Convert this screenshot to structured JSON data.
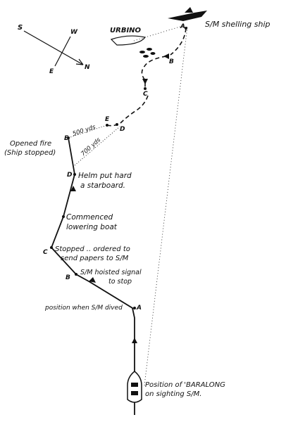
{
  "map": {
    "compass": {
      "s": "S",
      "w": "W",
      "e": "E",
      "n": "N"
    },
    "ships": {
      "urbino": "URBINO",
      "submarine_label": "S/M shelling ship",
      "baralong_label_line1": "Position of 'BARALONG",
      "baralong_label_line2": "on sighting S/M."
    },
    "submarine_track": {
      "point_a": "A",
      "point_b": "B",
      "point_c": "C",
      "point_d": "D",
      "point_e": "E"
    },
    "baralong_track": {
      "point_a": "A",
      "point_b": "B",
      "point_c": "C",
      "point_d": "D",
      "point_e": "E",
      "position_when_dived": "position when S/M dived",
      "hoisted_signal_line1": "S/M hoisted signal",
      "hoisted_signal_line2": "to stop",
      "stopped_line1": "Stopped .. ordered to",
      "stopped_line2": "send papers to S/M",
      "commenced_line1": "Commenced",
      "commenced_line2": "lowering boat",
      "helm_line1": "Helm put hard",
      "helm_line2": "a starboard.",
      "opened_fire_line1": "Opened fire",
      "opened_fire_line2": "(Ship stopped)"
    },
    "ranges": {
      "range_500": "500 yds",
      "range_700": "700 yds"
    }
  }
}
